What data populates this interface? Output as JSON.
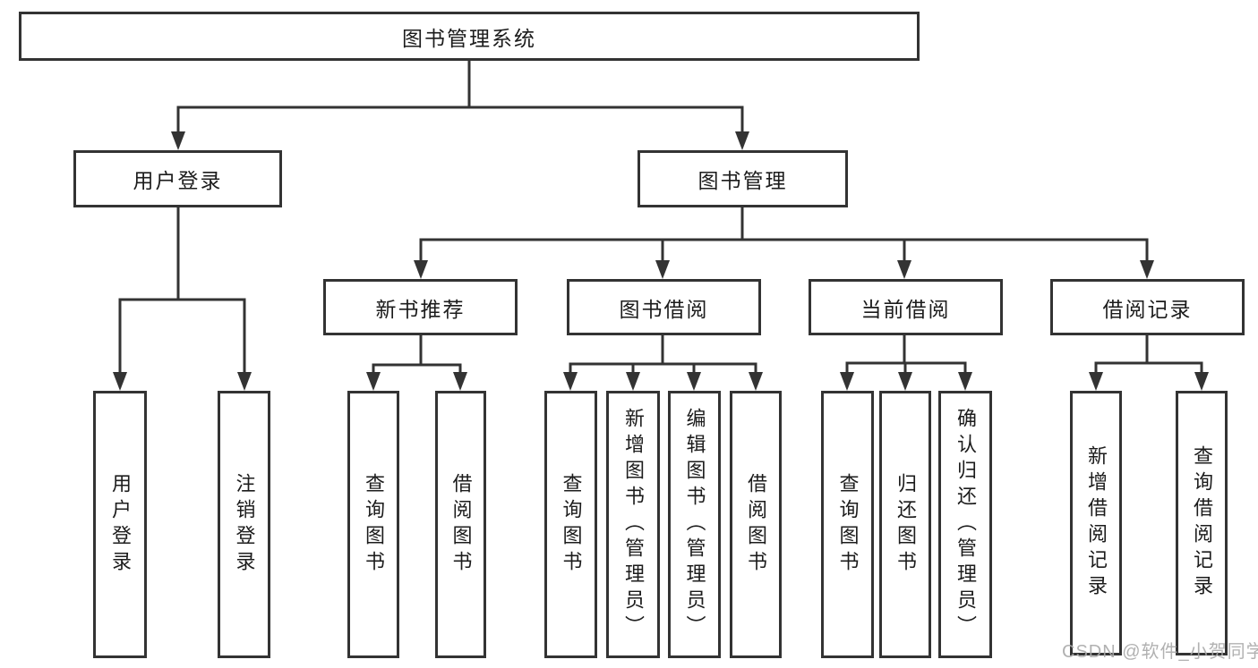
{
  "nodes": {
    "root": {
      "label": "图书管理系统"
    },
    "user_login": {
      "label": "用户登录"
    },
    "book_mgmt": {
      "label": "图书管理"
    },
    "new_books": {
      "label": "新书推荐"
    },
    "book_borrow": {
      "label": "图书借阅"
    },
    "current_borrow": {
      "label": "当前借阅"
    },
    "borrow_records": {
      "label": "借阅记录"
    },
    "leaf_user_login": {
      "label": "用户登录"
    },
    "leaf_logout": {
      "label": "注销登录"
    },
    "leaf_nb_query": {
      "label": "查询图书"
    },
    "leaf_nb_borrow": {
      "label": "借阅图书"
    },
    "leaf_bb_query": {
      "label": "查询图书"
    },
    "leaf_bb_add": {
      "label": "新增图书（管理员）"
    },
    "leaf_bb_edit": {
      "label": "编辑图书（管理员）"
    },
    "leaf_bb_borrow": {
      "label": "借阅图书"
    },
    "leaf_cb_query": {
      "label": "查询图书"
    },
    "leaf_cb_return": {
      "label": "归还图书"
    },
    "leaf_cb_confirm": {
      "label": "确认归还（管理员）"
    },
    "leaf_br_add": {
      "label": "新增借阅记录"
    },
    "leaf_br_query": {
      "label": "查询借阅记录"
    }
  },
  "watermark": "CSDN @软件_小贺同学",
  "colors": {
    "line": "#333333",
    "box_border": "#333333",
    "text": "#1c1c1c",
    "watermark": "#a9a9a9",
    "background": "#ffffff"
  }
}
